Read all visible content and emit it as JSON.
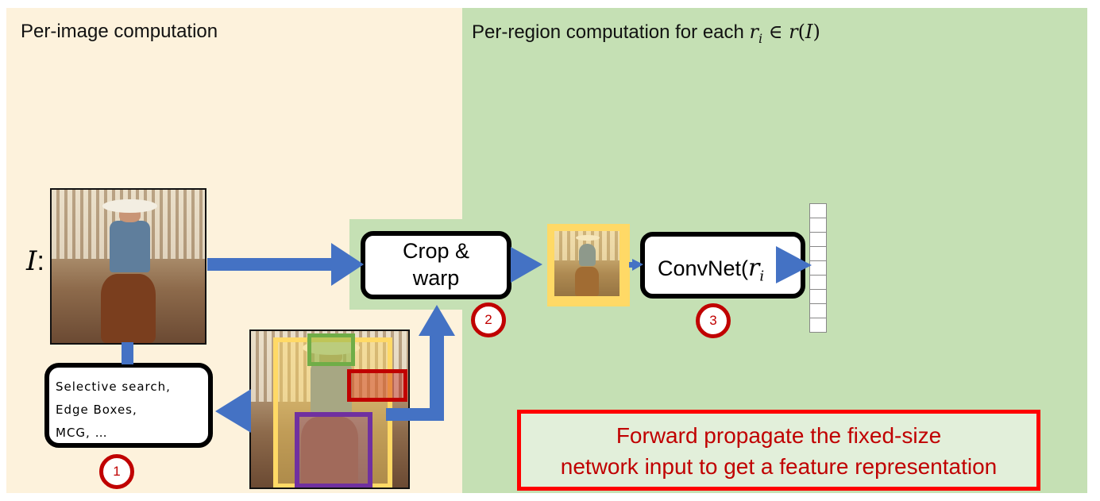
{
  "left_panel": {
    "title": "Per-image computation"
  },
  "right_panel": {
    "title_prefix": "Per-region computation for each ",
    "title_math": "r",
    "title_sub": "i",
    "title_rest": " ∈ ",
    "title_func": "r",
    "title_paren_open": "(",
    "title_arg": "I",
    "title_paren_close": ")"
  },
  "input_image": {
    "label_symbol": "I",
    "label_colon": ":"
  },
  "proposal_methods": {
    "lines": [
      "Selective search,",
      "Edge Boxes,",
      "MCG, …"
    ]
  },
  "crop_warp": {
    "line1": "Crop &",
    "line2": "warp"
  },
  "convnet": {
    "label": "ConvNet(",
    "arg": "r",
    "sub": "i"
  },
  "steps": [
    "1",
    "2",
    "3"
  ],
  "callout": {
    "line1": "Forward propagate the fixed-size",
    "line2": "network input to get a feature representation"
  },
  "colors": {
    "left_panel_bg": "#fdf2dc",
    "right_panel_bg": "#c5e0b4",
    "arrow_blue": "#4472c4",
    "step_red": "#c00000",
    "callout_border": "#ff0000",
    "proposal_yellow": "#ffd966",
    "proposal_green": "#70ad47",
    "proposal_red": "#c00000",
    "proposal_purple": "#7030a0"
  }
}
